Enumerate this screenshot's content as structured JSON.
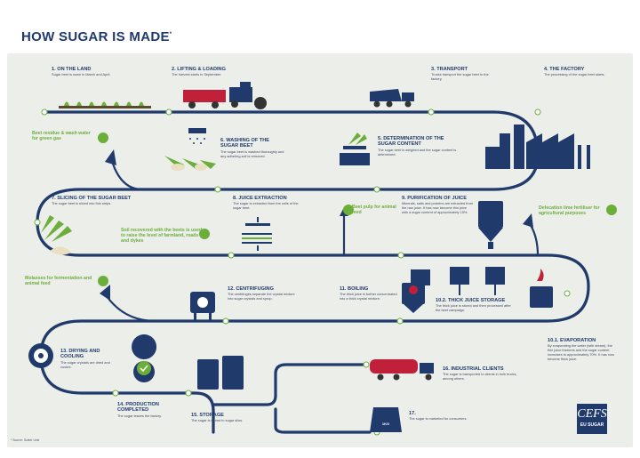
{
  "title": "HOW SUGAR IS MADE",
  "title_mark": "*",
  "steps": [
    {
      "num": "1.",
      "title": "ON THE LAND",
      "desc": "Sugar beet is sown in March and April."
    },
    {
      "num": "2.",
      "title": "LIFTING & LOADING",
      "desc": "The harvest starts in September."
    },
    {
      "num": "3.",
      "title": "TRANSPORT",
      "desc": "Trucks transport the sugar beet to the factory."
    },
    {
      "num": "4.",
      "title": "THE FACTORY",
      "desc": "The processing of the sugar beet starts."
    },
    {
      "num": "5.",
      "title": "DETERMINATION OF THE SUGAR CONTENT",
      "desc": "The sugar beet is weighed and the sugar content is determined."
    },
    {
      "num": "6.",
      "title": "WASHING OF THE SUGAR BEET",
      "desc": "The sugar beet is washed thoroughly and any adhering soil is removed."
    },
    {
      "num": "7.",
      "title": "SLICING OF THE SUGAR BEET",
      "desc": "The sugar beet is sliced into thin strips."
    },
    {
      "num": "8.",
      "title": "JUICE EXTRACTION",
      "desc": "The sugar is extracted from the cells of the sugar beet."
    },
    {
      "num": "9.",
      "title": "PURIFICATION OF JUICE",
      "desc": "Minerals, salts and proteins are extracted from the raw juice. It has now become thin juice with a sugar content of approximately 15%."
    },
    {
      "num": "10.1.",
      "title": "EVAPORATION",
      "desc": "By evaporating the water (with steam), the thin juice thickens and the sugar content increases to approximately 70%. It has now become thick juice."
    },
    {
      "num": "10.2.",
      "title": "THICK JUICE STORAGE",
      "desc": "The thick juice is stored and then processed after the beet campaign."
    },
    {
      "num": "11.",
      "title": "BOILING",
      "desc": "The thick juice is further concentrated into a thick crystal mixture."
    },
    {
      "num": "12.",
      "title": "CENTRIFUGING",
      "desc": "The centrifuges separate the crystal mixture into sugar crystals and syrup."
    },
    {
      "num": "13.",
      "title": "DRYING AND COOLING",
      "desc": "The sugar crystals are dried and cooled."
    },
    {
      "num": "14.",
      "title": "PRODUCTION COMPLETED",
      "desc": "The sugar leaves the factory."
    },
    {
      "num": "15.",
      "title": "STORAGE",
      "desc": "The sugar is stored in sugar silos."
    },
    {
      "num": "16.",
      "title": "INDUSTRIAL CLIENTS",
      "desc": "The sugar is transported to clients in bulk trucks, among others."
    },
    {
      "num": "17.",
      "title": "",
      "desc": "The sugar is marketed for consumers."
    }
  ],
  "byproducts": [
    "Beet residue & wash water for green gas",
    "Soil recovered with the beets is used to raise the level of farmland, roads and dykes",
    "Beet pulp for animal feed",
    "Defecation lime fertiliser for agricultural purposes",
    "Molasses for fermentation and animal feed"
  ],
  "bag_label": "1KG",
  "logo": {
    "mark": "CEFS",
    "name": "EU SUGAR"
  },
  "footnote": "* Source: Suiker Unie",
  "colors": {
    "navy": "#1f3a6b",
    "green": "#6cae3a",
    "red": "#c0203a",
    "panel": "#eceeea"
  }
}
